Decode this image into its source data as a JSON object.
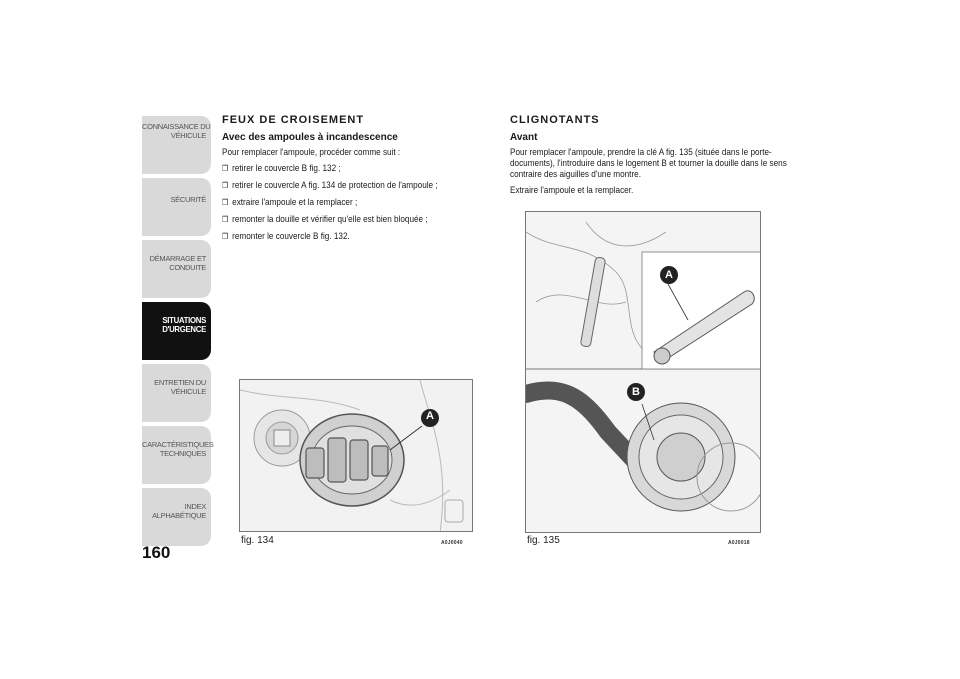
{
  "sidebar": {
    "tabs": [
      {
        "line1": "CONNAISSANCE DU",
        "line2": "VÉHICULE",
        "active": false
      },
      {
        "line1": "SÉCURITÉ",
        "line2": "",
        "active": false
      },
      {
        "line1": "DÉMARRAGE ET",
        "line2": "CONDUITE",
        "active": false
      },
      {
        "line1": "SITUATIONS",
        "line2": "D'URGENCE",
        "active": true
      },
      {
        "line1": "ENTRETIEN DU",
        "line2": "VÉHICULE",
        "active": false
      },
      {
        "line1": "CARACTÉRISTIQUES",
        "line2": "TECHNIQUES",
        "active": false
      },
      {
        "line1": "INDEX",
        "line2": "ALPHABÉTIQUE",
        "active": false
      }
    ],
    "page_number": "160"
  },
  "left": {
    "heading": "FEUX DE CROISEMENT",
    "subheading": "Avec des ampoules à incandescence",
    "intro": "Pour remplacer l'ampoule, procéder comme suit :",
    "bullet_mark": "❒",
    "steps": [
      "retirer le couvercle B fig. 132 ;",
      "retirer le couvercle A fig. 134 de protection de l'ampoule ;",
      "extraire l'ampoule et la remplacer ;",
      "remonter la douille et vérifier qu'elle est bien bloquée ;",
      "remonter le couvercle B fig. 132."
    ],
    "figure": {
      "caption": "fig. 134",
      "code": "A0J0040",
      "label": "A"
    }
  },
  "right": {
    "heading": "CLIGNOTANTS",
    "subheading": "Avant",
    "paragraph": "Pour remplacer l'ampoule, prendre la clé A fig. 135 (située dans le porte-documents), l'introduire dans le logement B et tourner la douille dans le sens contraire des aiguilles d'une montre.",
    "paragraph2": "Extraire l'ampoule et la remplacer.",
    "figure": {
      "caption": "fig. 135",
      "code": "A0J0018",
      "label_a": "A",
      "label_b": "B"
    }
  }
}
